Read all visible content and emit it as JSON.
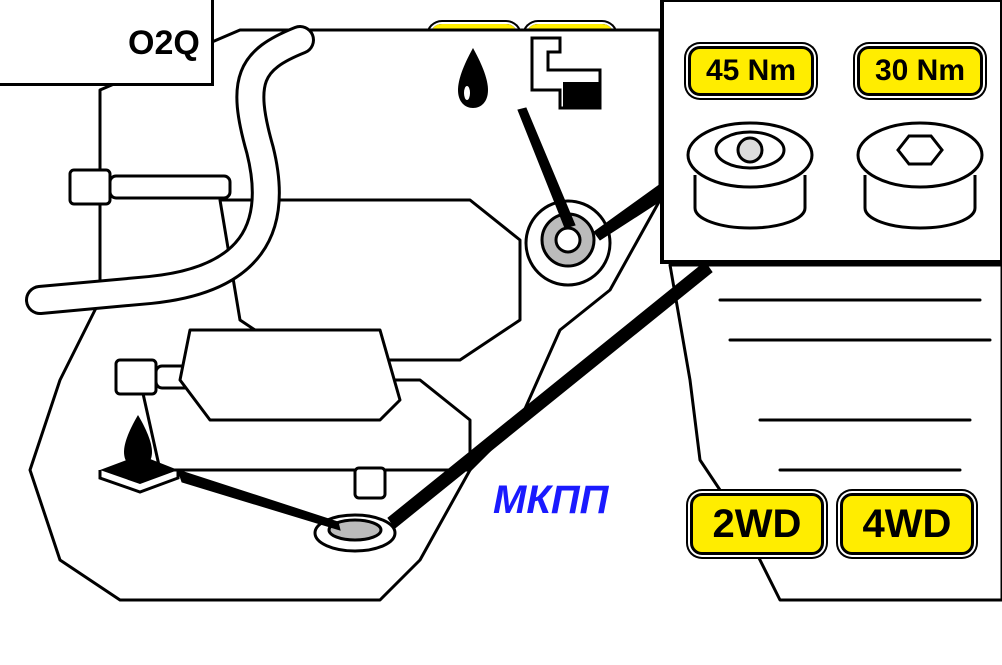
{
  "header": {
    "model_code": "O2Q"
  },
  "inset": {
    "plugs": [
      {
        "torque": "45 Nm",
        "head": "spline-socket"
      },
      {
        "torque": "30 Nm",
        "head": "hex-socket"
      }
    ]
  },
  "drive_labels": {
    "left": "2WD",
    "right": "4WD"
  },
  "caption": "МКПП",
  "icons": {
    "transmission": "gearbox-icon",
    "oil_fill": "oil-drop-icon",
    "fill_level": "fill-level-icon",
    "oil_drain": "oil-drain-icon"
  },
  "colors": {
    "label_fill": "#ffed00",
    "caption": "#1a1aff",
    "line": "#000000"
  }
}
